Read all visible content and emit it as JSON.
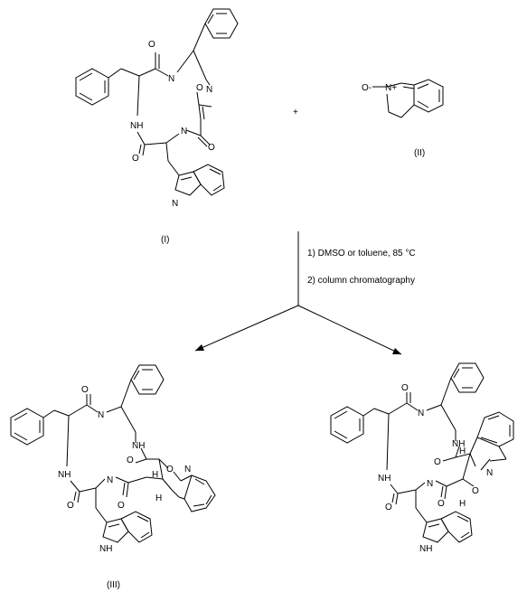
{
  "labels": {
    "compound_1": "(I)",
    "compound_2": "(II)",
    "compound_3": "(III)"
  },
  "plus": "+",
  "conditions": {
    "step1": "1) DMSO or toluene, 85 °C",
    "step2": "2) column chromatography"
  },
  "atoms": {
    "O": "O",
    "N": "N",
    "NH": "NH",
    "N_plus": "N+",
    "O_minus": "O-",
    "H": "H"
  }
}
